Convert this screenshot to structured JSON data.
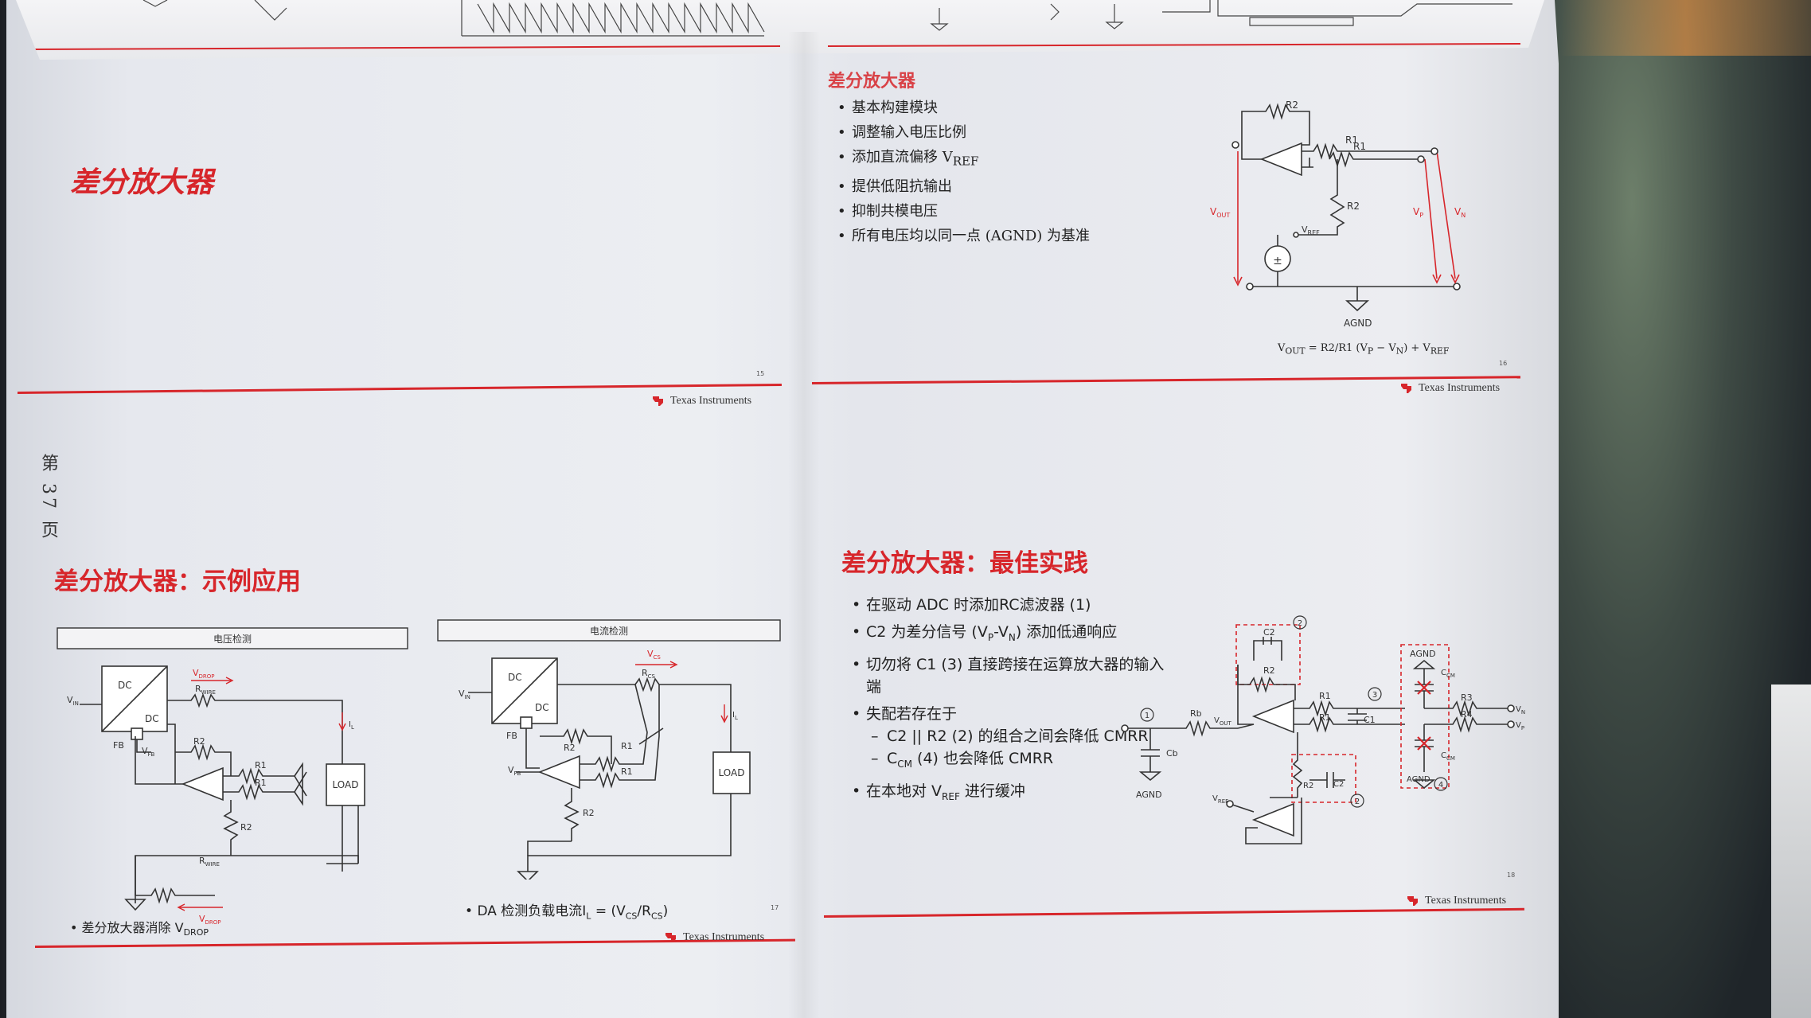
{
  "book": {
    "side_page_label": "第 37 页",
    "logo_text": "Texas Instruments"
  },
  "slide15": {
    "title": "差分放大器",
    "page": "15"
  },
  "slide16": {
    "title": "差分放大器",
    "page": "16",
    "bullets": [
      "基本构建模块",
      "调整输入电压比例",
      "添加直流偏移 V",
      "提供低阻抗输出",
      "抑制共模电压",
      "所有电压均以同一点 (AGND) 为基准"
    ],
    "vref_sub": "REF",
    "schematic": {
      "r2_top": "R2",
      "r1_a": "R1",
      "r1_b": "R1",
      "r2_mid": "R2",
      "vout": "V",
      "vout_sub": "OUT",
      "vref": "V",
      "vref_sub": "REF",
      "vp": "V",
      "vp_sub": "P",
      "vn": "V",
      "vn_sub": "N",
      "agnd": "AGND"
    },
    "formula": "V",
    "formula_sub": "OUT",
    "formula_rest": " = R2/R1 (V",
    "formula_p": "P",
    "formula_mid": " − V",
    "formula_n": "N",
    "formula_end": ") + V",
    "formula_ref": "REF"
  },
  "slide17": {
    "title": "差分放大器：示例应用",
    "page": "17",
    "left_box": "电压检测",
    "right_box": "电流检测",
    "left": {
      "dc1": "DC",
      "dc2": "DC",
      "vin": "V",
      "vin_sub": "IN",
      "fb": "FB",
      "vfb": "V",
      "vfb_sub": "FB",
      "vdrop": "V",
      "vdrop_sub": "DROP",
      "rwire": "R",
      "rwire_sub": "WIRE",
      "r2a": "R2",
      "r1a": "R1",
      "r1b": "R1",
      "r2b": "R2",
      "load": "LOAD",
      "il": "I",
      "il_sub": "L",
      "rwire2": "R",
      "rwire2_sub": "WIRE",
      "vdrop2": "V",
      "vdrop2_sub": "DROP"
    },
    "right": {
      "dc1": "DC",
      "dc2": "DC",
      "vin": "V",
      "vin_sub": "IN",
      "fb": "FB",
      "vfb": "V",
      "vfb_sub": "FB",
      "vcs": "V",
      "vcs_sub": "CS",
      "rcs": "R",
      "rcs_sub": "CS",
      "r2a": "R2",
      "r1a": "R1",
      "r1b": "R1",
      "r2b": "R2",
      "load": "LOAD",
      "il": "I",
      "il_sub": "L"
    },
    "caption_left": "差分放大器消除 V",
    "caption_left_sub": "DROP",
    "caption_right": "DA 检测负载电流I",
    "caption_right_sub": "L",
    "caption_right_rest": " = (V",
    "caption_right_cs": "CS",
    "caption_right_mid": "/R",
    "caption_right_rcs": "CS",
    "caption_right_end": ")"
  },
  "slide18": {
    "title": "差分放大器：最佳实践",
    "page": "18",
    "bullets": [
      "在驱动 ADC 时添加RC滤波器 (1)",
      "C2 为差分信号 (V",
      "切勿将 C1 (3) 直接跨接在运算放大器的输入端",
      "失配若存在于"
    ],
    "b2_p": "P",
    "b2_mid": "-V",
    "b2_n": "N",
    "b2_end": ") 添加低通响应",
    "subbullets": [
      "C2 || R2 (2) 的组合之间会降低 CMRR",
      "C"
    ],
    "sub2_cm": "CM",
    "sub2_end": " (4) 也会降低 CMRR",
    "last_bullet": "在本地对 V",
    "last_ref": "REF",
    "last_end": " 进行缓冲",
    "schematic": {
      "c2": "C2",
      "r2": "R2",
      "n2": "2",
      "rb": "Rb",
      "cb": "Cb",
      "n1": "1",
      "agnd1": "AGND",
      "vout": "V",
      "vout_sub": "OUT",
      "r1a": "R1",
      "r1b": "R1",
      "n3": "3",
      "c1": "C1",
      "agnd2": "AGND",
      "ccm1": "C",
      "ccm1_sub": "CM",
      "ccm2": "C",
      "ccm2_sub": "CM",
      "r3": "R3",
      "r4": "R4",
      "vn": "V",
      "vn_sub": "N",
      "vp": "V",
      "vp_sub": "P",
      "agnd3": "AGND",
      "n4": "4",
      "vref": "V",
      "vref_sub": "REF",
      "r2b": "R2",
      "c2b": "C2",
      "n2b": "2"
    }
  }
}
